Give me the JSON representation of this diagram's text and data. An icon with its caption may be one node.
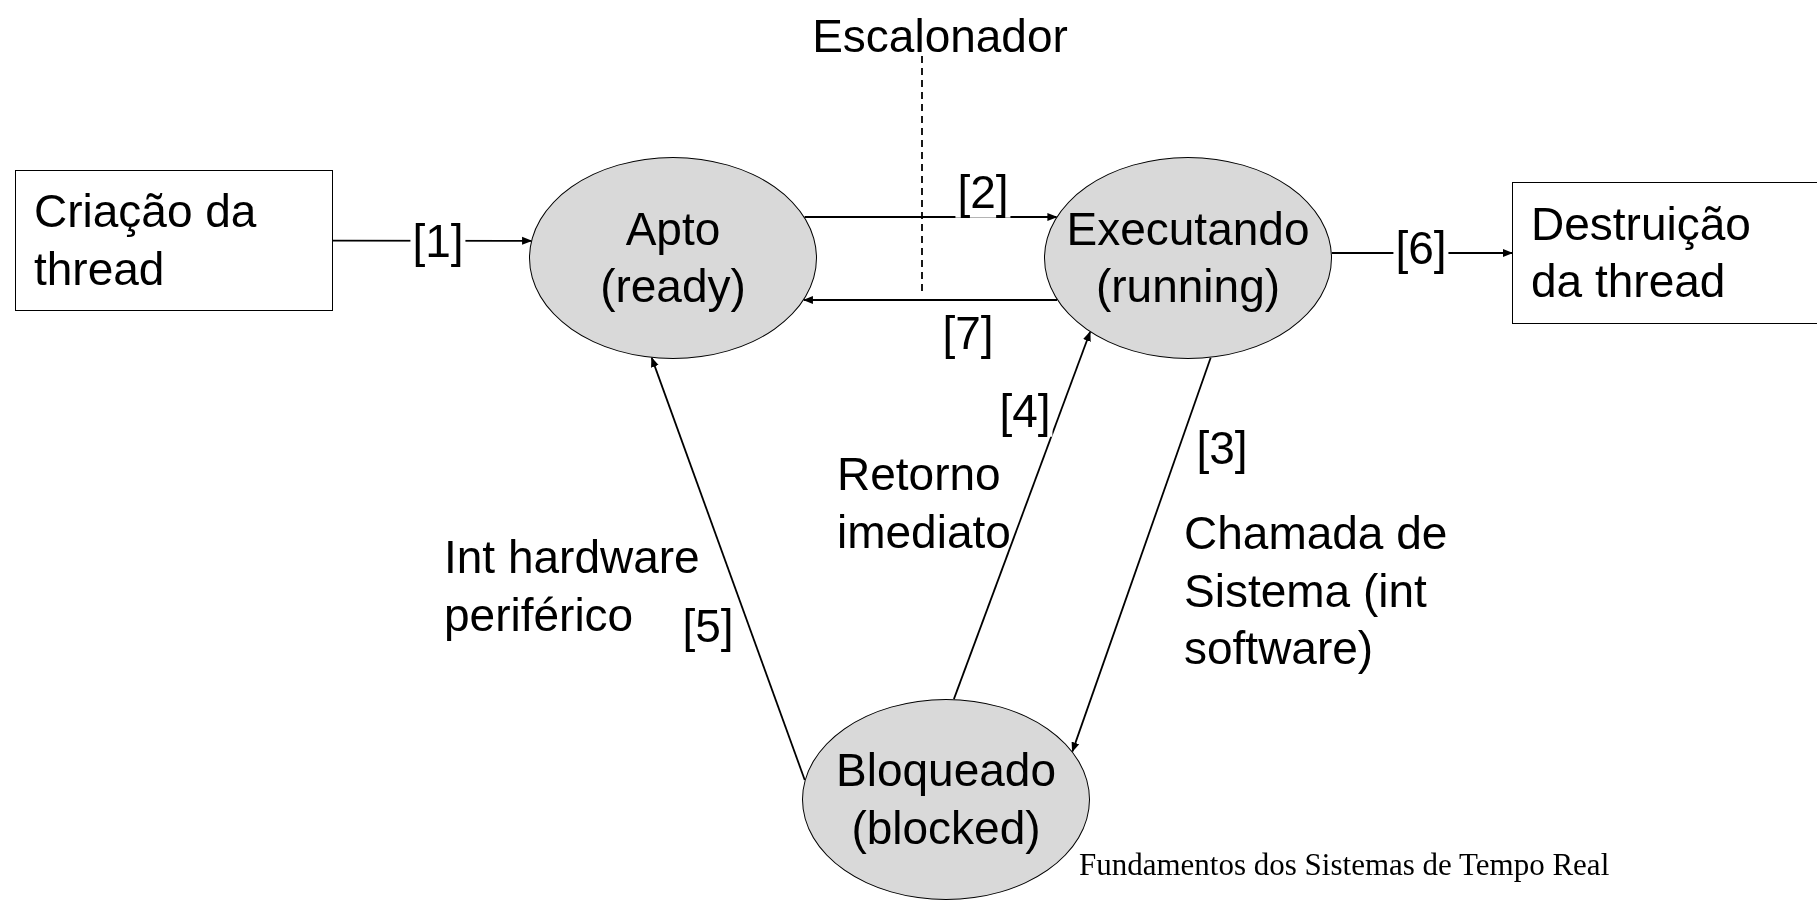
{
  "diagram": {
    "caption": "Fundamentos dos Sistemas de Tempo Real",
    "nodes": [
      {
        "text": [
          "Criação da thread"
        ]
      },
      {
        "text": [
          "Apto (ready)"
        ]
      },
      {
        "text": [
          "Executando (running)"
        ]
      },
      {
        "text": [
          "Destruição da thread"
        ]
      },
      {
        "text": [
          "Bloqueado (blocked)"
        ]
      }
    ],
    "edges": [
      {
        "from": 0,
        "to": 1,
        "arrow": "to",
        "label": "[1]"
      },
      {
        "from": 1,
        "to": 2,
        "arrow": "to",
        "label": "[2]"
      },
      {
        "from": 2,
        "to": 1,
        "arrow": "to",
        "label": "[7]"
      },
      {
        "from": 2,
        "to": 3,
        "arrow": "to",
        "label": "[6]"
      },
      {
        "from": 2,
        "to": 4,
        "arrow": "to",
        "label": "[3]"
      },
      {
        "from": 4,
        "to": 2,
        "arrow": "to",
        "label": "[4]"
      },
      {
        "from": 4,
        "to": 1,
        "arrow": "to",
        "label": "[5]"
      }
    ],
    "labels": [
      "Escalonador",
      "Retorno imediato",
      "Int hardware periférico",
      "Chamada de Sistema (int software)"
    ]
  }
}
